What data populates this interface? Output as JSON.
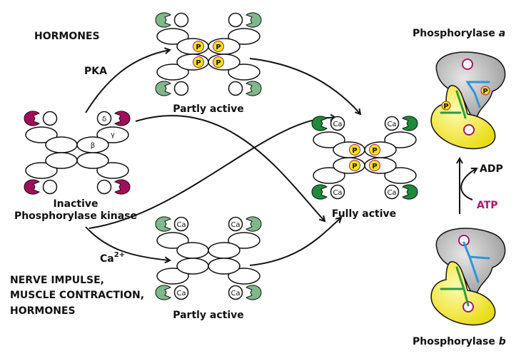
{
  "labels": {
    "hormones_top": "HORMONES",
    "pka": "PKA",
    "ca": "Ca",
    "ca_sup": "2+",
    "nerve1": "NERVE IMPULSE,",
    "nerve2": "MUSCLE CONTRACTION,",
    "nerve3": "HORMONES",
    "inactive1": "Inactive",
    "inactive2": "Phosphorylase kinase",
    "partly_top": "Partly active",
    "partly_bottom": "Partly active",
    "fully": "Fully active",
    "phos_a": "Phosphorylase ",
    "phos_a_italic": "a",
    "phos_b": "Phosphorylase ",
    "phos_b_italic": "b",
    "adp": "ADP",
    "atp": "ATP",
    "subunit_delta": "δ",
    "subunit_gamma": "γ",
    "subunit_beta": "β",
    "p_mark": "P",
    "ca_mark": "Ca"
  },
  "colors": {
    "inactive_crescent": "#a0105a",
    "partly_crescent": "#7fb88a",
    "fully_crescent": "#1e8a3a",
    "phospho_yellow": "#f5e600",
    "atp_magenta": "#b0136a",
    "gray_domain": "#b8b8b8",
    "yellow_domain": "#f2ec3a",
    "blue_helix": "#2a96d8",
    "green_helix": "#2f9a3a"
  }
}
